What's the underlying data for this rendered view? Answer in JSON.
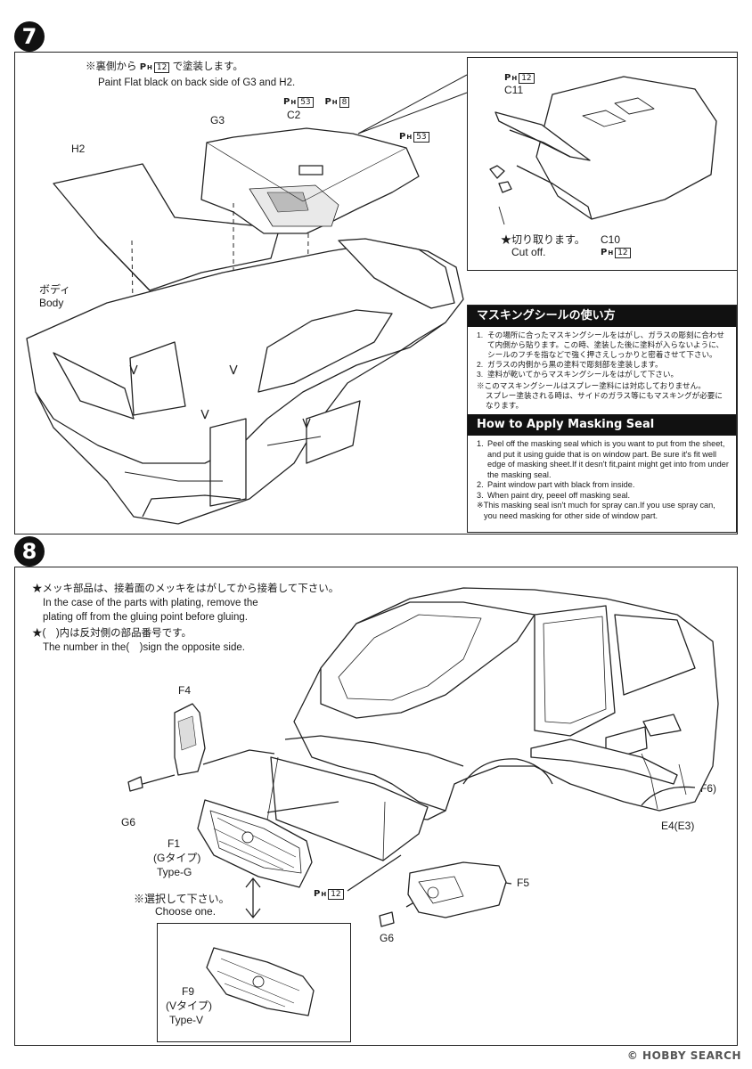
{
  "step7": {
    "number": "7",
    "note_jp_pre": "※裏側から",
    "note_jp_post": "で塗装します。",
    "note_en": "Paint Flat black on back side of G3 and H2.",
    "paint_top_left": {
      "p": "P",
      "h": "H",
      "code": "12"
    },
    "paint_c2": {
      "p": "P",
      "h": "H",
      "code": "53"
    },
    "paint_c2b": {
      "p": "P",
      "h": "H",
      "code": "8"
    },
    "paint_glass": {
      "p": "P",
      "h": "H",
      "code": "53"
    },
    "paint_c11": {
      "p": "P",
      "h": "H",
      "code": "12"
    },
    "paint_c10": {
      "p": "P",
      "h": "H",
      "code": "12"
    },
    "labels": {
      "c2": "C2",
      "g3": "G3",
      "h2": "H2",
      "body_jp": "ボディ",
      "body_en": "Body",
      "c11": "C11",
      "c10": "C10",
      "cut_jp": "★切り取ります。",
      "cut_en": "Cut off."
    },
    "masking_jp": {
      "title": "マスキングシールの使い方",
      "items": [
        {
          "num": "1.",
          "text": "その場所に合ったマスキングシールをはがし、ガラスの彫刻に合わせて内側から貼ります。この時、塗装した後に塗料が入らないように、シールのフチを指などで強く押さえしっかりと密着させて下さい。"
        },
        {
          "num": "2.",
          "text": "ガラスの内側から黒の塗料で彫刻部を塗装します。"
        },
        {
          "num": "3.",
          "text": "塗料が乾いてからマスキングシールをはがして下さい。"
        }
      ],
      "note1": "※このマスキングシールはスプレー塗料には対応しておりません。",
      "note2": "スプレー塗装される時は、サイドのガラス等にもマスキングが必要になります。"
    },
    "masking_en": {
      "title": "How to Apply Masking Seal",
      "items": [
        {
          "num": "1.",
          "text": "Peel off the masking seal which is you want to put from the sheet, and put it using guide that is on window part. Be sure it's fit well edge of masking sheet.If it desn't fit,paint might get into from under the masking seal."
        },
        {
          "num": "2.",
          "text": "Paint window part with black from inside."
        },
        {
          "num": "3.",
          "text": "When paint dry, peeel off masking seal."
        }
      ],
      "note1": "※This masking seal isn't much for spray can.If you use spray can,",
      "note2": "you need masking for other side of window part."
    }
  },
  "step8": {
    "number": "8",
    "plating_jp": "★メッキ部品は、接着面のメッキをはがしてから接着して下さい。",
    "plating_en1": "In the case of the parts with plating, remove the",
    "plating_en2": "plating off from the gluing point before gluing.",
    "opp_jp": "★(　)内は反対側の部品番号です。",
    "opp_en": "The number in the(　)sign the opposite side.",
    "paint_grille": {
      "p": "P",
      "h": "H",
      "code": "12"
    },
    "labels": {
      "f4": "F4",
      "g6a": "G6",
      "f1": "F1",
      "f1_jp": "(Gタイプ)",
      "f1_en": "Type-G",
      "choose_jp": "※選択して下さい。",
      "choose_en": "Choose one.",
      "f9": "F9",
      "f9_jp": "(Vタイプ)",
      "f9_en": "Type-V",
      "f5": "F5",
      "g6b": "G6",
      "f7": "F7(F6)",
      "e4": "E4(E3)"
    }
  },
  "watermark": "HOBBY SEARCH",
  "watermark_sub": "©"
}
